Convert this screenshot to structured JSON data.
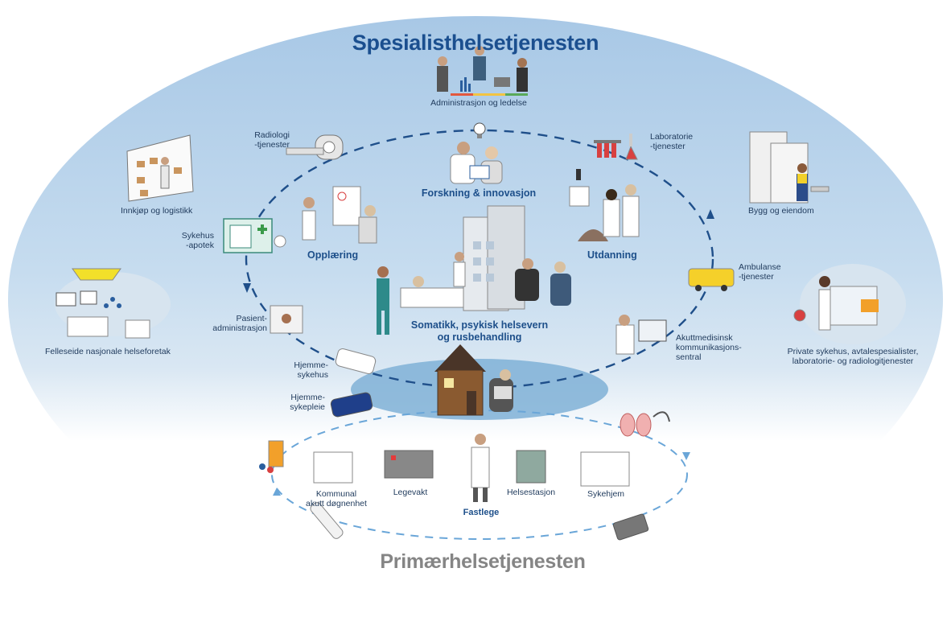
{
  "titles": {
    "specialist": "Spesialisthelsetjenesten",
    "primary": "Primærhelsetjenesten"
  },
  "labels": {
    "administration": "Administrasjon og ledelse",
    "radiology": "Radiologi\n-tjenester",
    "laboratory": "Laboratorie\n-tjenester",
    "research": "Forskning & innovasjon",
    "procurement": "Innkjøp og logistikk",
    "buildings": "Bygg og eiendom",
    "pharmacy": "Sykehus\n-apotek",
    "training": "Opplæring",
    "education": "Utdanning",
    "ambulance": "Ambulanse\n-tjenester",
    "joint_enterprises": "Felleseide nasjonale helseforetak",
    "patient_admin": "Pasient-\nadministrasjon",
    "somatic": "Somatikk, psykisk helsevern\nog rusbehandling",
    "emergency_comm": "Akuttmedisinsk\nkommunikasjons-\nsentral",
    "private": "Private sykehus, avtalespesialister,\nlaboratorie- og radiologitjenester",
    "home_hospital": "Hjemme-\nsykehus",
    "home_nursing": "Hjemme-\nsykepleie",
    "municipal_acute": "Kommunal\nakutt døgnenhet",
    "emergency_room": "Legevakt",
    "health_station": "Helsestasjon",
    "nursing_home": "Sykehjem",
    "gp": "Fastlege"
  },
  "colors": {
    "specialist_blue": "#1b4f8f",
    "primary_grey": "#858585",
    "ellipse_top": "#aac9e6",
    "dashed_dark": "#1f4f8a",
    "dashed_light": "#6aa6d8"
  }
}
